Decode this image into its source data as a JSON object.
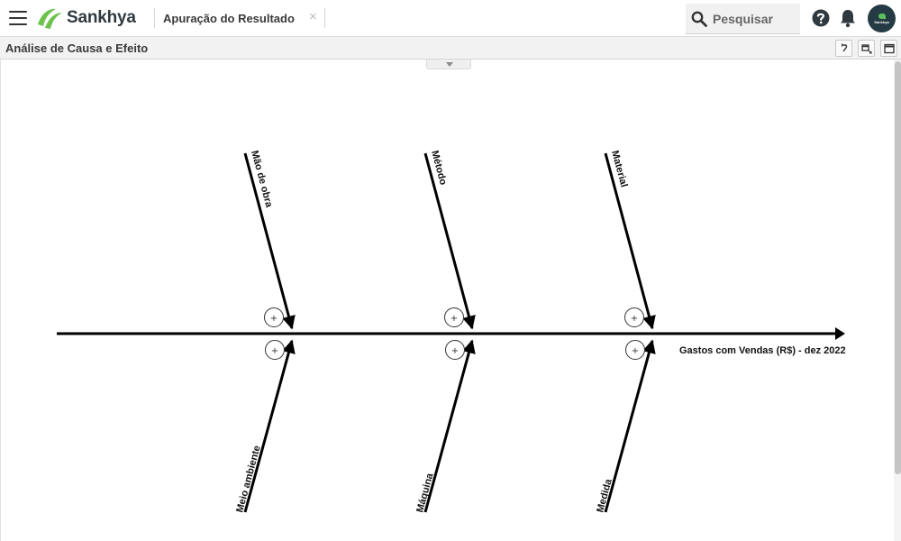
{
  "app": {
    "brand": "Sankhya",
    "tab_title": "Apuração do Resultado",
    "tab_close": "×",
    "search_placeholder": "Pesquisar",
    "avatar_text": "Sankhya",
    "brand_color": "#6cc24a"
  },
  "panel": {
    "title": "Análise de Causa e Efeito"
  },
  "diagram": {
    "effect": "Gastos com Vendas (R$) - dez 2022",
    "top_categories": [
      "Mão de obra",
      "Método",
      "Material"
    ],
    "bottom_categories": [
      "Meio ambiente",
      "Máquina",
      "Medida"
    ],
    "add_symbol": "+"
  }
}
